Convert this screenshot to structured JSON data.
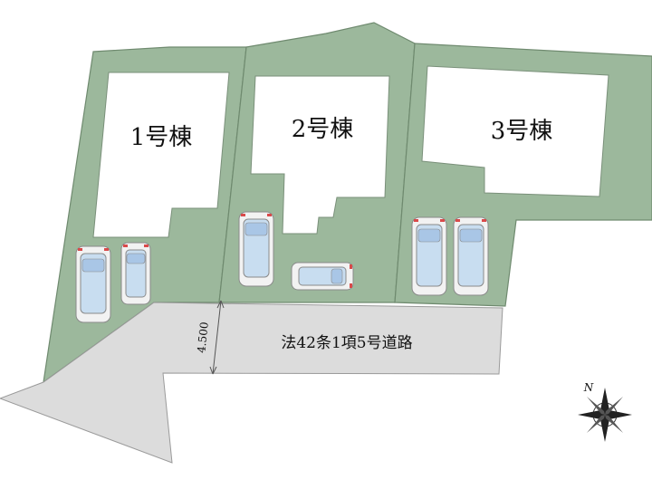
{
  "buildings": [
    {
      "label": "1号棟"
    },
    {
      "label": "2号棟"
    },
    {
      "label": "3号棟"
    }
  ],
  "road": {
    "label": "法42条1項5号道路",
    "width_label": "4.500"
  },
  "compass": {
    "north_label": "N",
    "icon": "compass-rose-icon"
  },
  "colors": {
    "lot": "#9cb89c",
    "building": "#ffffff",
    "road": "#dcdcdc",
    "car": "#c8ddf0"
  }
}
